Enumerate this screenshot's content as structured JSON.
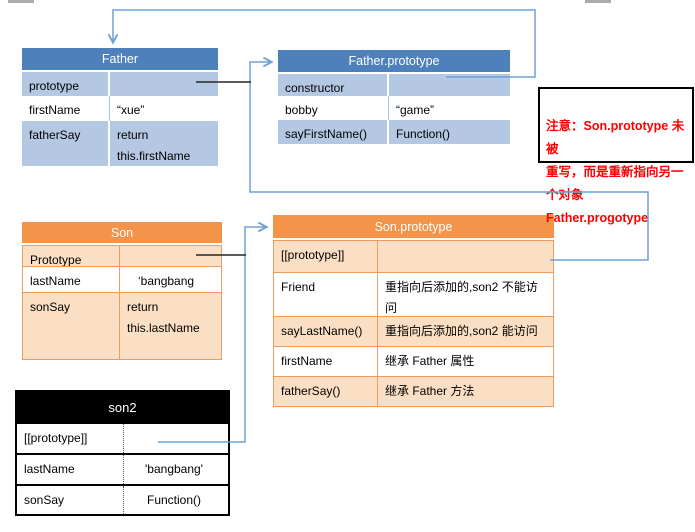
{
  "colors": {
    "blue_header": "#4e81bb",
    "blue_stripe": "#b5c8e3",
    "orange_header": "#f4944a",
    "orange_stripe": "#fbdfc4",
    "orange_border": "#ee9c5b",
    "black_header": "#000000",
    "connector_blue": "#6fa0d6",
    "stub_black": "#262626",
    "note_red": "#ff0000"
  },
  "tables": {
    "father": {
      "title": "Father",
      "rows": [
        {
          "key": "prototype",
          "value": ""
        },
        {
          "key": "firstName",
          "value": "“xue”"
        },
        {
          "key": "fatherSay",
          "value": "return\nthis.firstName"
        }
      ]
    },
    "father_prototype": {
      "title": "Father.prototype",
      "rows": [
        {
          "key": "constructor",
          "value": ""
        },
        {
          "key": "bobby",
          "value": "“game”"
        },
        {
          "key": "sayFirstName()",
          "value": "Function()"
        }
      ]
    },
    "son": {
      "title": "Son",
      "rows": [
        {
          "key": "Prototype",
          "value": ""
        },
        {
          "key": "lastName",
          "value": "‘bangbang"
        },
        {
          "key": "sonSay",
          "value": "return\nthis.lastName"
        }
      ]
    },
    "son_prototype": {
      "title": "Son.prototype",
      "rows": [
        {
          "key": "[[prototype]]",
          "value": ""
        },
        {
          "key": "Friend",
          "value": "重指向后添加的,son2 不能访问"
        },
        {
          "key": "sayLastName()",
          "value": "重指向后添加的,son2 能访问"
        },
        {
          "key": "firstName",
          "value": "继承 Father 属性"
        },
        {
          "key": "fatherSay()",
          "value": "继承 Father 方法"
        }
      ]
    },
    "son2": {
      "title": "son2",
      "rows": [
        {
          "key": "[[prototype]]",
          "value": ""
        },
        {
          "key": "lastName",
          "value": "'bangbang'"
        },
        {
          "key": "sonSay",
          "value": "Function()"
        }
      ]
    }
  },
  "note": {
    "text": "注意：Son.prototype 未被\n重写，而是重新指向另一\n个对象 Father.progotype"
  }
}
